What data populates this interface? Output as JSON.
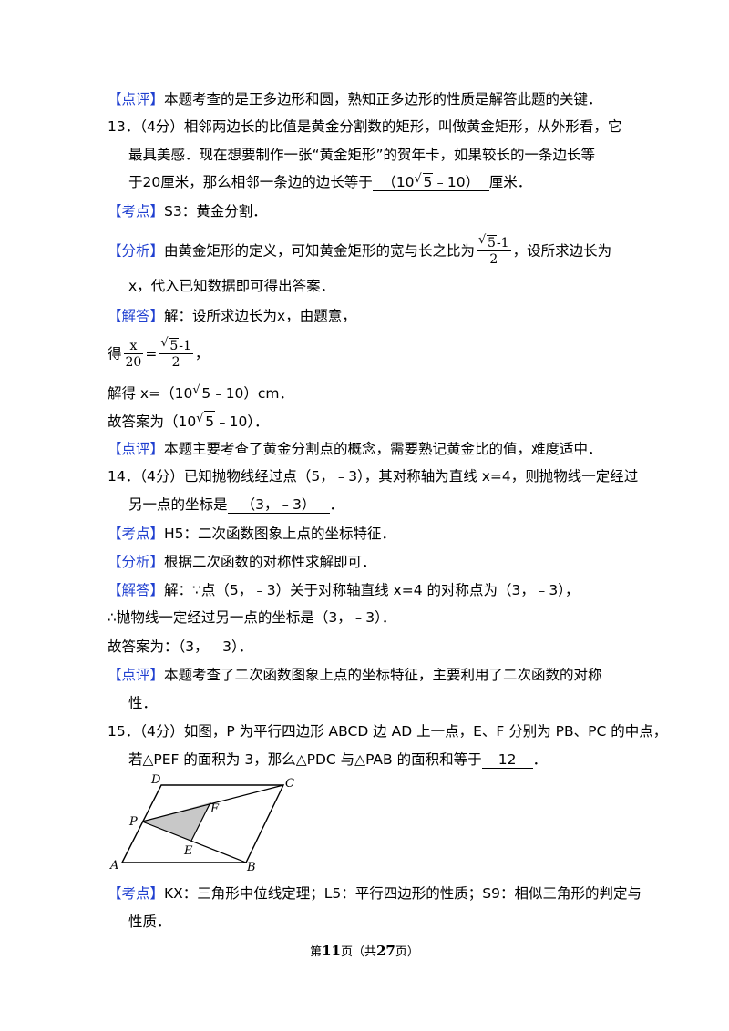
{
  "tags": {
    "dianping": "【点评】",
    "kaodian": "【考点】",
    "fenxi": "【分析】",
    "jieda": "【解答】"
  },
  "l1": "本题考查的是正多边形和圆，熟知正多边形的性质是解答此题的关键．",
  "q13": {
    "line1": "13．（4分）相邻两边长的比值是黄金分割数的矩形，叫做黄金矩形，从外形看，它",
    "line2": "最具美感．现在想要制作一张“黄金矩形”的贺年卡，如果较长的一条边长等",
    "line3_pre": "于20厘米，那么相邻一条边的边长等于",
    "answer_pre": "（10",
    "answer_rad": "5",
    "answer_post": "﹣10）",
    "line3_post": "厘米．",
    "kaodian": "S3：黄金分割．",
    "fenxi_pre": "由黄金矩形的定义，可知黄金矩形的宽与长之比为",
    "frac_num_rad": "5",
    "frac_num_post": "-1",
    "frac_den": "2",
    "fenxi_post": "，设所求边长为",
    "fenxi_line2": "x，代入已知数据即可得出答案．",
    "jieda": "解：设所求边长为x，由题意，",
    "de": "得",
    "eq_num": "x",
    "eq_den": "20",
    "eq_sign": "=",
    "eq_tail": "，",
    "jiede_pre": "解得 x=（10",
    "jiede_post": "﹣10）cm．",
    "guda_pre": "故答案为（10",
    "guda_post": "﹣10）．",
    "dianping": "本题主要考查了黄金分割点的概念，需要熟记黄金比的值，难度适中．"
  },
  "q14": {
    "line1": "14．（4分）已知抛物线经过点（5，﹣3），其对称轴为直线 x=4，则抛物线一定经过",
    "line2_pre": "另一点的坐标是",
    "answer": "（3，﹣3）",
    "line2_post": "．",
    "kaodian": "H5：二次函数图象上点的坐标特征．",
    "fenxi": "根据二次函数的对称性求解即可．",
    "jieda": "解：∵点（5，﹣3）关于对称轴直线 x=4 的对称点为（3，﹣3），",
    "line_so": "∴抛物线一定经过另一点的坐标是（3，﹣3）．",
    "guda": "故答案为：（3，﹣3）．",
    "dianping": "本题考查了二次函数图象上点的坐标特征，主要利用了二次函数的对称",
    "dianping2": "性．"
  },
  "q15": {
    "line1": "15．（4分）如图，P 为平行四边形 ABCD 边 AD 上一点，E、F 分别为 PB、PC 的中点，",
    "line2_pre": "若△PEF 的面积为 3，那么△PDC 与△PAB 的面积和等于",
    "answer": "12",
    "line2_post": "．",
    "labels": {
      "D": "D",
      "C": "C",
      "P": "P",
      "F": "F",
      "E": "E",
      "A": "A",
      "B": "B"
    },
    "kaodian": "KX：三角形中位线定理；L5：平行四边形的性质；S9：相似三角形的判定与",
    "kaodian2": "性质．"
  },
  "footer": {
    "pre": "第",
    "page": "11",
    "mid": "页（共",
    "total": "27",
    "post": "页）"
  },
  "colors": {
    "tag": "#1f3fd0",
    "shade": "#c8c8c8"
  }
}
